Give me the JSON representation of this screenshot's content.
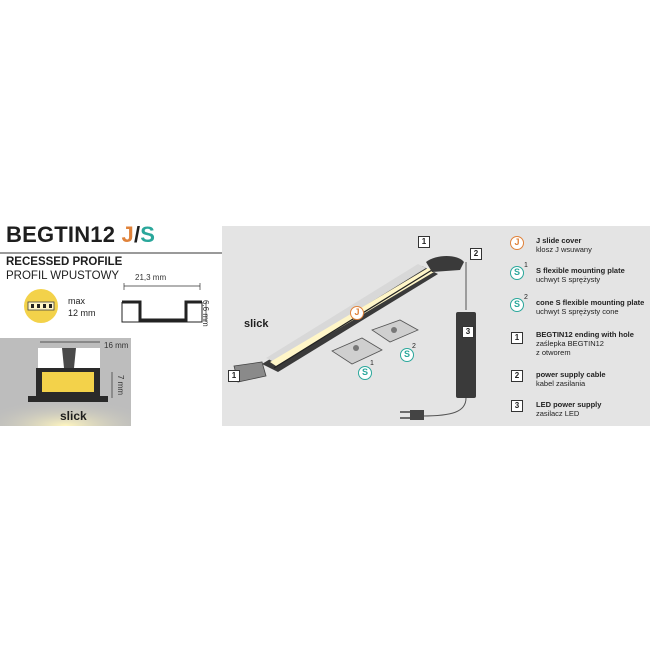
{
  "header": {
    "product": "BEGTIN12",
    "variant_j": "J",
    "slash": "/",
    "variant_s": "S",
    "subtitle_en": "RECESSED PROFILE",
    "subtitle_pl": "PROFIL WPUSTOWY"
  },
  "profile": {
    "width": "21,3 mm",
    "height": "6,6 mm",
    "max_label": "max",
    "max_value": "12 mm"
  },
  "section": {
    "width": "16 mm",
    "depth": "7 mm",
    "brand": "slick"
  },
  "diagram": {
    "brand": "slick",
    "box1a": "1",
    "box1b": "1",
    "box2": "2",
    "box3": "3",
    "badge_j": "J",
    "badge_s": "S",
    "badge_s_sup": "1",
    "badge_s2_sup": "2"
  },
  "legend": [
    {
      "icon": "J",
      "sup": "",
      "line1": "J slide cover",
      "line2": "klosz J wsuwany"
    },
    {
      "icon": "S",
      "sup": "1",
      "line1": "S flexible mounting plate",
      "line2": "uchwyt S sprężysty"
    },
    {
      "icon": "S",
      "sup": "2",
      "line1": "cone S flexible mounting plate",
      "line2": "uchwyt S sprężysty cone"
    },
    {
      "icon": "1",
      "sup": "",
      "line1": "BEGTIN12 ending with hole",
      "line2": "zaślepka BEGTIN12",
      "line3": "z otworem"
    },
    {
      "icon": "2",
      "sup": "",
      "line1": "power supply cable",
      "line2": "kabel zasilania"
    },
    {
      "icon": "3",
      "sup": "",
      "line1": "LED power supply",
      "line2": "zasilacz LED"
    }
  ],
  "colors": {
    "accent_j": "#e0823a",
    "accent_s": "#2aa79b",
    "led_yellow": "#f3d24a"
  }
}
